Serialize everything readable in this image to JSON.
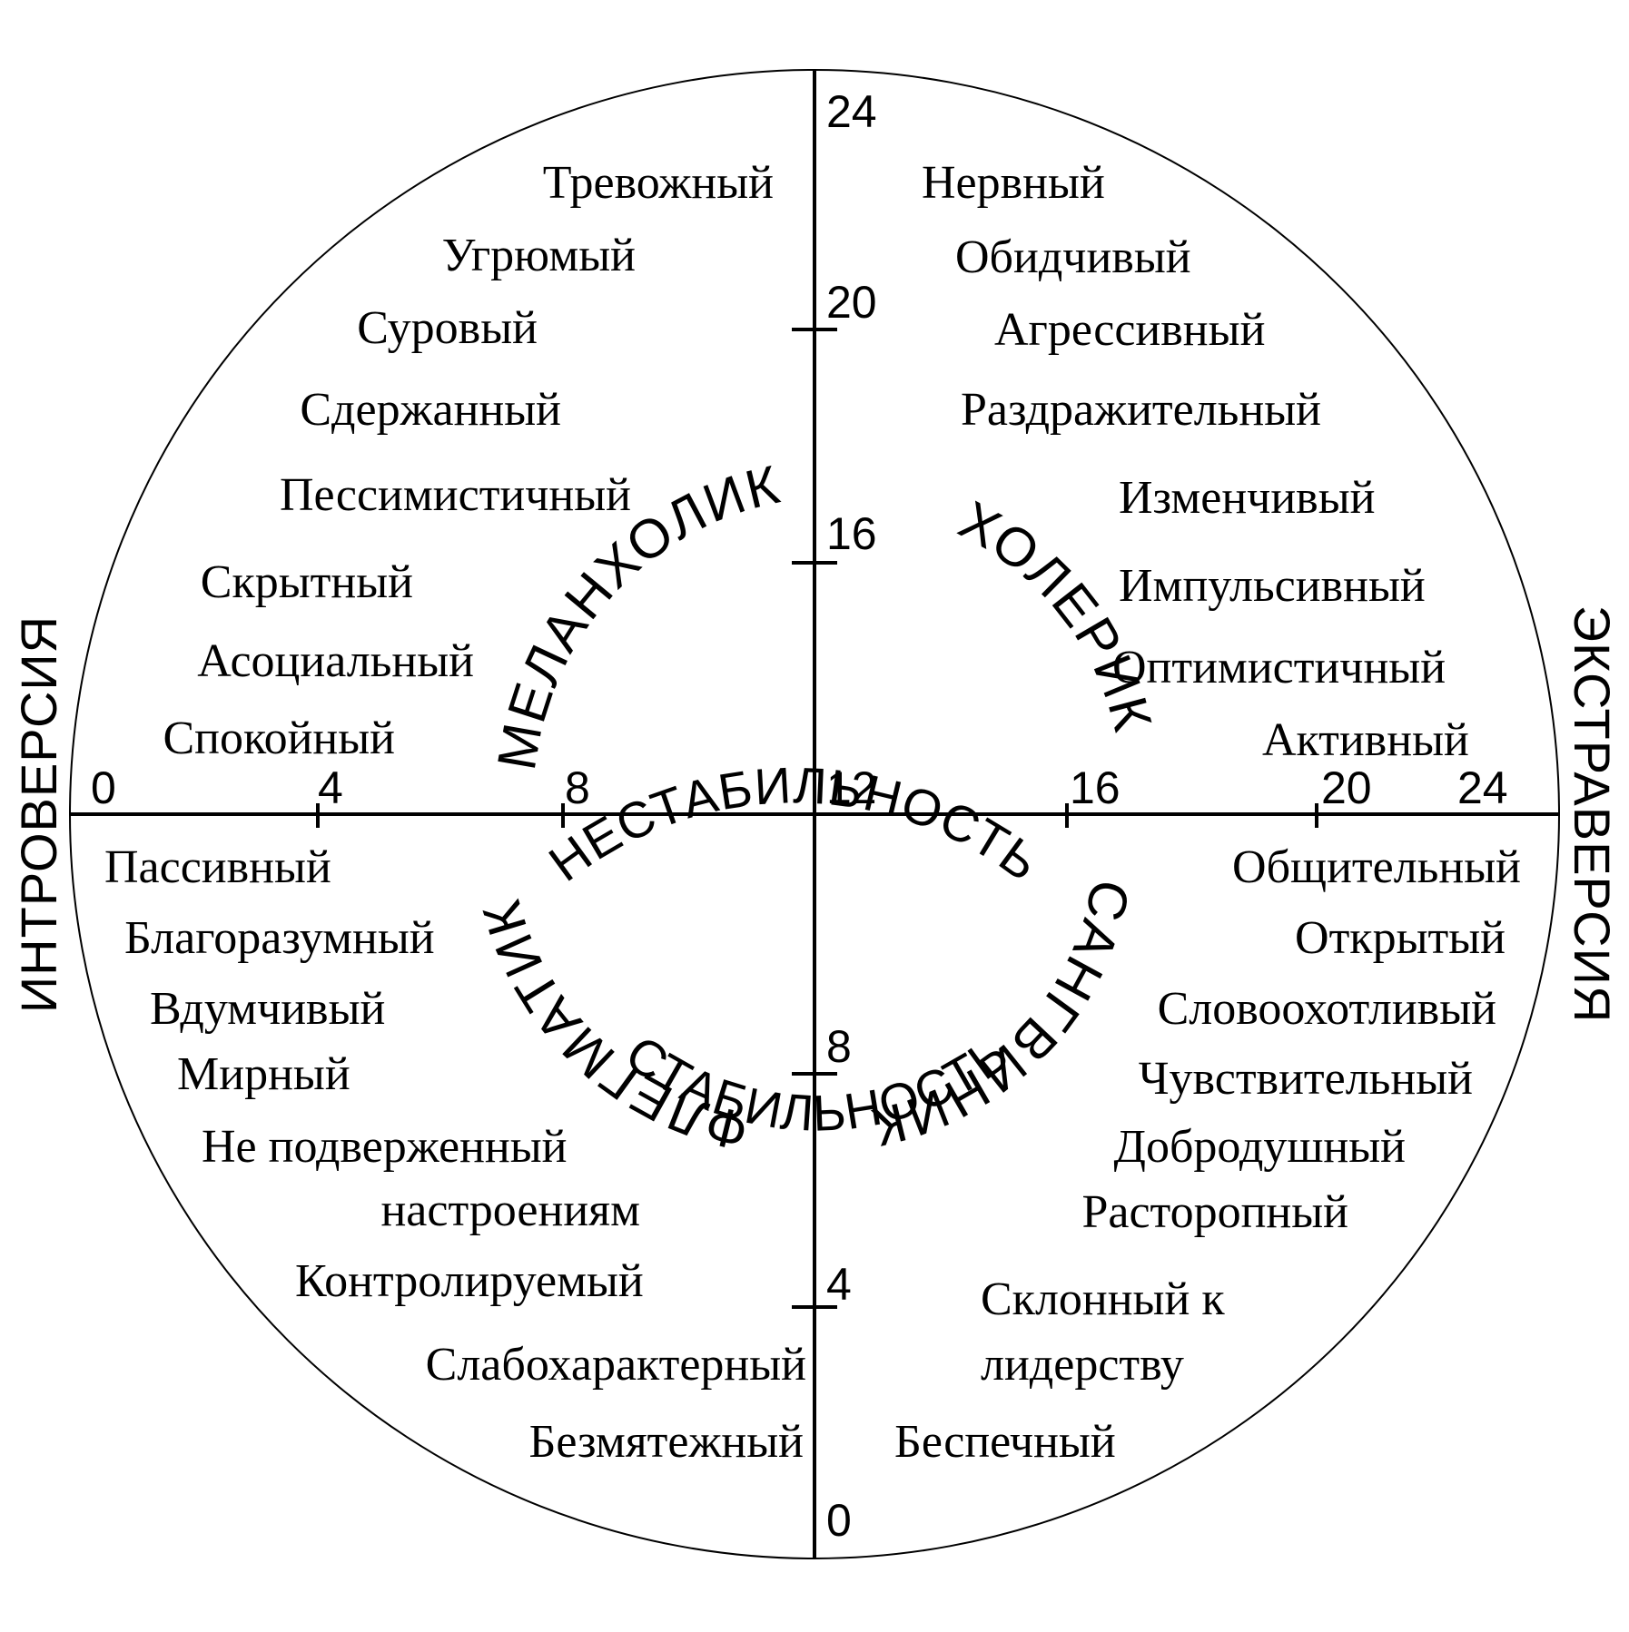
{
  "poles": {
    "top": "НЕСТАБИЛЬНОСТЬ",
    "bottom": "СТАБИЛЬНОСТЬ",
    "left": "ИНТРОВЕРСИЯ",
    "right": "ЭКСТРАВЕРСИЯ"
  },
  "temperaments": {
    "top_left": "МЕЛАНХОЛИК",
    "top_right": "ХОЛЕРИК",
    "bottom_left": "ФЛЕГМАТИК",
    "bottom_right": "САНГВИНИК"
  },
  "axis_ticks": {
    "horizontal": [
      "0",
      "4",
      "8",
      "12",
      "16",
      "20",
      "24"
    ],
    "vertical": [
      "24",
      "20",
      "16",
      "8",
      "4",
      "0"
    ]
  },
  "traits": {
    "top_left": [
      "Тревожный",
      "Угрюмый",
      "Суровый",
      "Сдержанный",
      "Пессимистичный",
      "Скрытный",
      "Асоциальный",
      "Спокойный"
    ],
    "top_right": [
      "Нервный",
      "Обидчивый",
      "Агрессивный",
      "Раздражительный",
      "Изменчивый",
      "Импульсивный",
      "Оптимистичный",
      "Активный"
    ],
    "bottom_left": [
      "Пассивный",
      "Благоразумный",
      "Вдумчивый",
      "Мирный",
      "Не подверженный",
      "настроениям",
      "Контролируемый",
      "Слабохарактерный",
      "Безмятежный"
    ],
    "bottom_right": [
      "Общительный",
      "Открытый",
      "Словоохотливый",
      "Чувствительный",
      "Добродушный",
      "Расторопный",
      "Склонный к",
      "лидерству",
      "Беспечный"
    ]
  }
}
